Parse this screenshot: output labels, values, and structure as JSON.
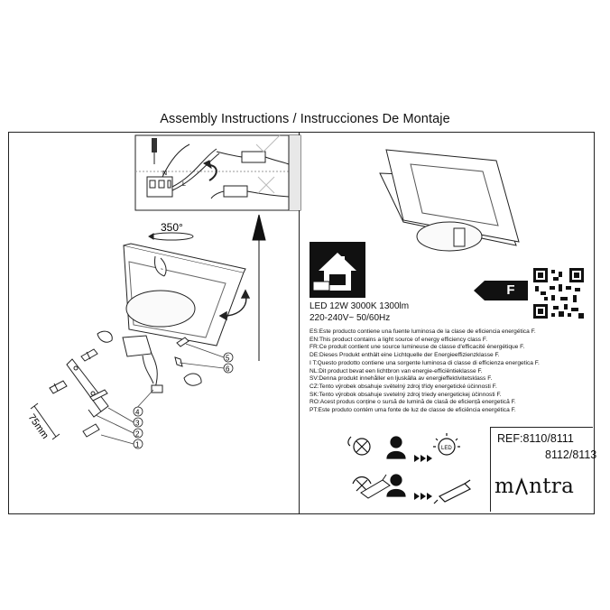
{
  "title": "Assembly Instructions / Instrucciones De Montaje",
  "diagram": {
    "rotation_label": "350°",
    "dimension_label": "75mm",
    "part_numbers": [
      "1",
      "2",
      "3",
      "4",
      "5",
      "6"
    ],
    "wire_labels": {
      "n": "N",
      "l": "L"
    }
  },
  "specs": {
    "line1": "LED 12W 3000K 1300lm",
    "line2": "220-240V~ 50/60Hz"
  },
  "energy_class": "F",
  "energy_lines": [
    "ES:Este producto contiene una fuente luminosa de la clase de eficiencia energética F.",
    "EN:This product contains a light source of energy efficiency class F.",
    "FR:Ce produit contient une source lumineuse de classe d'efficacité énergétique F.",
    "DE:Dieses Produkt enthält eine Lichtquelle der Energieeffizienzklasse F.",
    "I T:Questo prodotto contiene una sorgente luminosa di classe di efficienza energetica F.",
    "NL:Dit product bevat een lichtbron van energie-efficiëntieklasse F.",
    "SV:Denna produkt innehåller en ljuskälla av energieffektivitetsklass F.",
    "CZ:Tento výrobek obsahuje světelný zdroj třídy energetické účinnosti F.",
    "SK:Tento výrobok obsahuje svetelný zdroj triedy energetickej účinnosti F.",
    "RO:Acest produs conține o sursă de lumină de clasă de eficiență energetică F.",
    "PT:Este produto contém uma fonte de luz de classe de eficiência energética F."
  ],
  "ref": {
    "line1": "REF:8110/8111",
    "line2": "8112/8113"
  },
  "brand": {
    "before": "m",
    "after": "ntra"
  },
  "icons": {
    "led_label": "LED",
    "symbols": [
      "lamp-replaceable-icon",
      "no-dimmer-icon",
      "led-icon",
      "driver-replaceable-icon",
      "professional-icon",
      "driver-box-icon",
      "energy-label-icon",
      "house-icon",
      "qr-code-icon"
    ]
  }
}
